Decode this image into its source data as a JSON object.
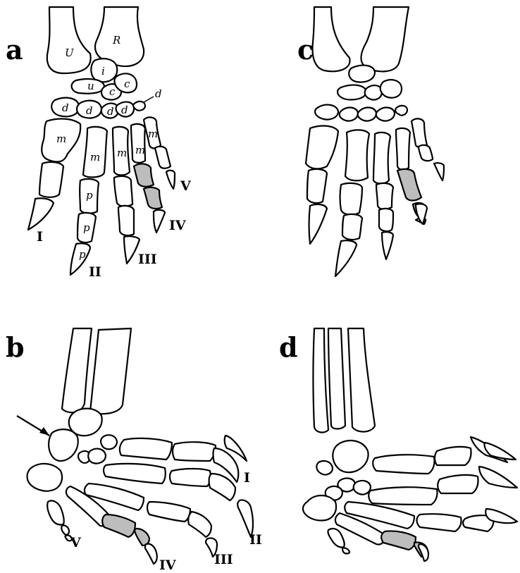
{
  "figure": {
    "panels": [
      {
        "id": "a",
        "label": "a"
      },
      {
        "id": "b",
        "label": "b"
      },
      {
        "id": "c",
        "label": "c"
      },
      {
        "id": "d",
        "label": "d"
      }
    ],
    "colors": {
      "outline": "#000000",
      "bone_fill": "#ffffff",
      "highlight_fill": "#bdbdbd"
    },
    "panel_a": {
      "bone_labels": {
        "ulna": "U",
        "radius": "R",
        "intermedium": "i",
        "ulnare": "u",
        "centrale_1": "c",
        "centrale_2": "c",
        "distal_1": "d",
        "distal_2": "d",
        "distal_3": "d",
        "distal_4": "d",
        "distal_5": "d",
        "metacarpal_1": "m",
        "metacarpal_2": "m",
        "metacarpal_3": "m",
        "metacarpal_4": "m",
        "metacarpal_5": "m",
        "phalanx_1": "p",
        "phalanx_2": "p",
        "phalanx_3": "p"
      },
      "digit_labels": [
        "I",
        "II",
        "III",
        "IV",
        "V"
      ]
    },
    "panel_b": {
      "digit_labels": [
        "I",
        "II",
        "III",
        "IV",
        "V"
      ],
      "arrow": "arrow-icon"
    }
  }
}
